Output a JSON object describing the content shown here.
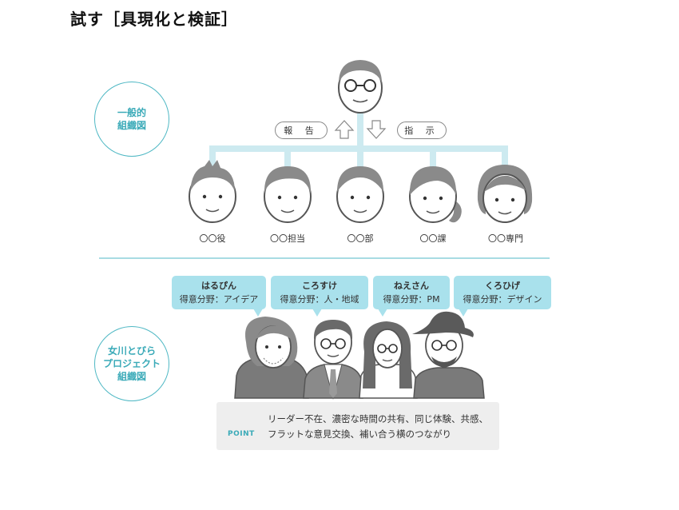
{
  "page_title": "試す［具現化と検証］",
  "traditional": {
    "label_line1": "一般的",
    "label_line2": "組織図",
    "report_label": "報 告",
    "instruct_label": "指 示",
    "roles": [
      "〇〇役",
      "〇〇担当",
      "〇〇部",
      "〇〇課",
      "〇〇専門"
    ]
  },
  "project": {
    "label_line1": "女川とびら",
    "label_line2": "プロジェクト",
    "label_line3": "組織図",
    "members": [
      {
        "name": "はるぴん",
        "role": "得意分野：アイデア"
      },
      {
        "name": "ころすけ",
        "role": "得意分野：人・地域"
      },
      {
        "name": "ねえさん",
        "role": "得意分野：PM"
      },
      {
        "name": "くろひげ",
        "role": "得意分野：デザイン"
      }
    ]
  },
  "point": {
    "label": "POINT",
    "icon": "pointing-hand-icon",
    "line1": "リーダー不在、濃密な時間の共有、同じ体験、共感、",
    "line2": "フラットな意見交換、補い合う横のつながり"
  },
  "colors": {
    "accent": "#3aaab8",
    "connector": "#cdeaf0",
    "bubble": "#a9e1ec",
    "face": "#ffffff",
    "hair": "#8a8a8a",
    "outline": "#555555"
  }
}
